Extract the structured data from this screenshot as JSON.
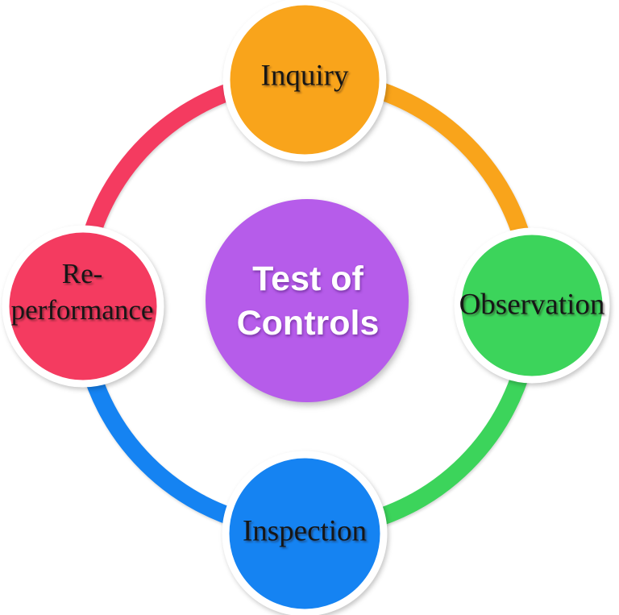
{
  "diagram": {
    "type": "cycle-diagram",
    "title": "Test of Controls",
    "background": "#FFFFFF",
    "center": {
      "id": "test-of-controls",
      "label": "Test of Controls",
      "lines": [
        "Test of",
        "Controls"
      ],
      "fill": "#B65CEA",
      "text_color": "#FFFFFF"
    },
    "nodes": [
      {
        "id": "inquiry",
        "label": "Inquiry",
        "position": "top",
        "fill": "#F9A41B",
        "text_color": "#161616"
      },
      {
        "id": "observation",
        "label": "Observation",
        "position": "right",
        "fill": "#3CD45B",
        "text_color": "#161616"
      },
      {
        "id": "inspection",
        "label": "Inspection",
        "position": "bottom",
        "fill": "#1583F2",
        "text_color": "#161616"
      },
      {
        "id": "re_performance",
        "label": "Re-performance",
        "lines": [
          "Re-",
          "performance"
        ],
        "position": "left",
        "fill": "#F43B60",
        "text_color": "#161616"
      }
    ],
    "arcs": [
      {
        "id": "arc-reperformance-to-inquiry",
        "from": "re_performance",
        "to": "inquiry",
        "color": "#F43B60"
      },
      {
        "id": "arc-inquiry-to-observation",
        "from": "inquiry",
        "to": "observation",
        "color": "#F9A41B"
      },
      {
        "id": "arc-observation-to-inspection",
        "from": "observation",
        "to": "inspection",
        "color": "#3CD45B"
      },
      {
        "id": "arc-inspection-to-reperformance",
        "from": "inspection",
        "to": "re_performance",
        "color": "#1583F2"
      }
    ]
  }
}
